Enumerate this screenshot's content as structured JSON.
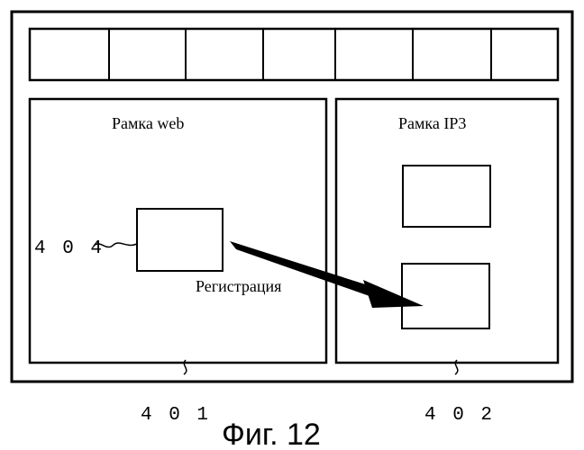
{
  "frames": {
    "left_title": "Рамка web",
    "right_title": "Рамка IP3"
  },
  "toolbar": {
    "cell_count": 7
  },
  "annotations": {
    "element_ref": "4 0 4",
    "left_ref": "4 0 1",
    "right_ref": "4 0 2",
    "arrow_label": "Регистрация"
  },
  "caption": "Фиг. 12"
}
